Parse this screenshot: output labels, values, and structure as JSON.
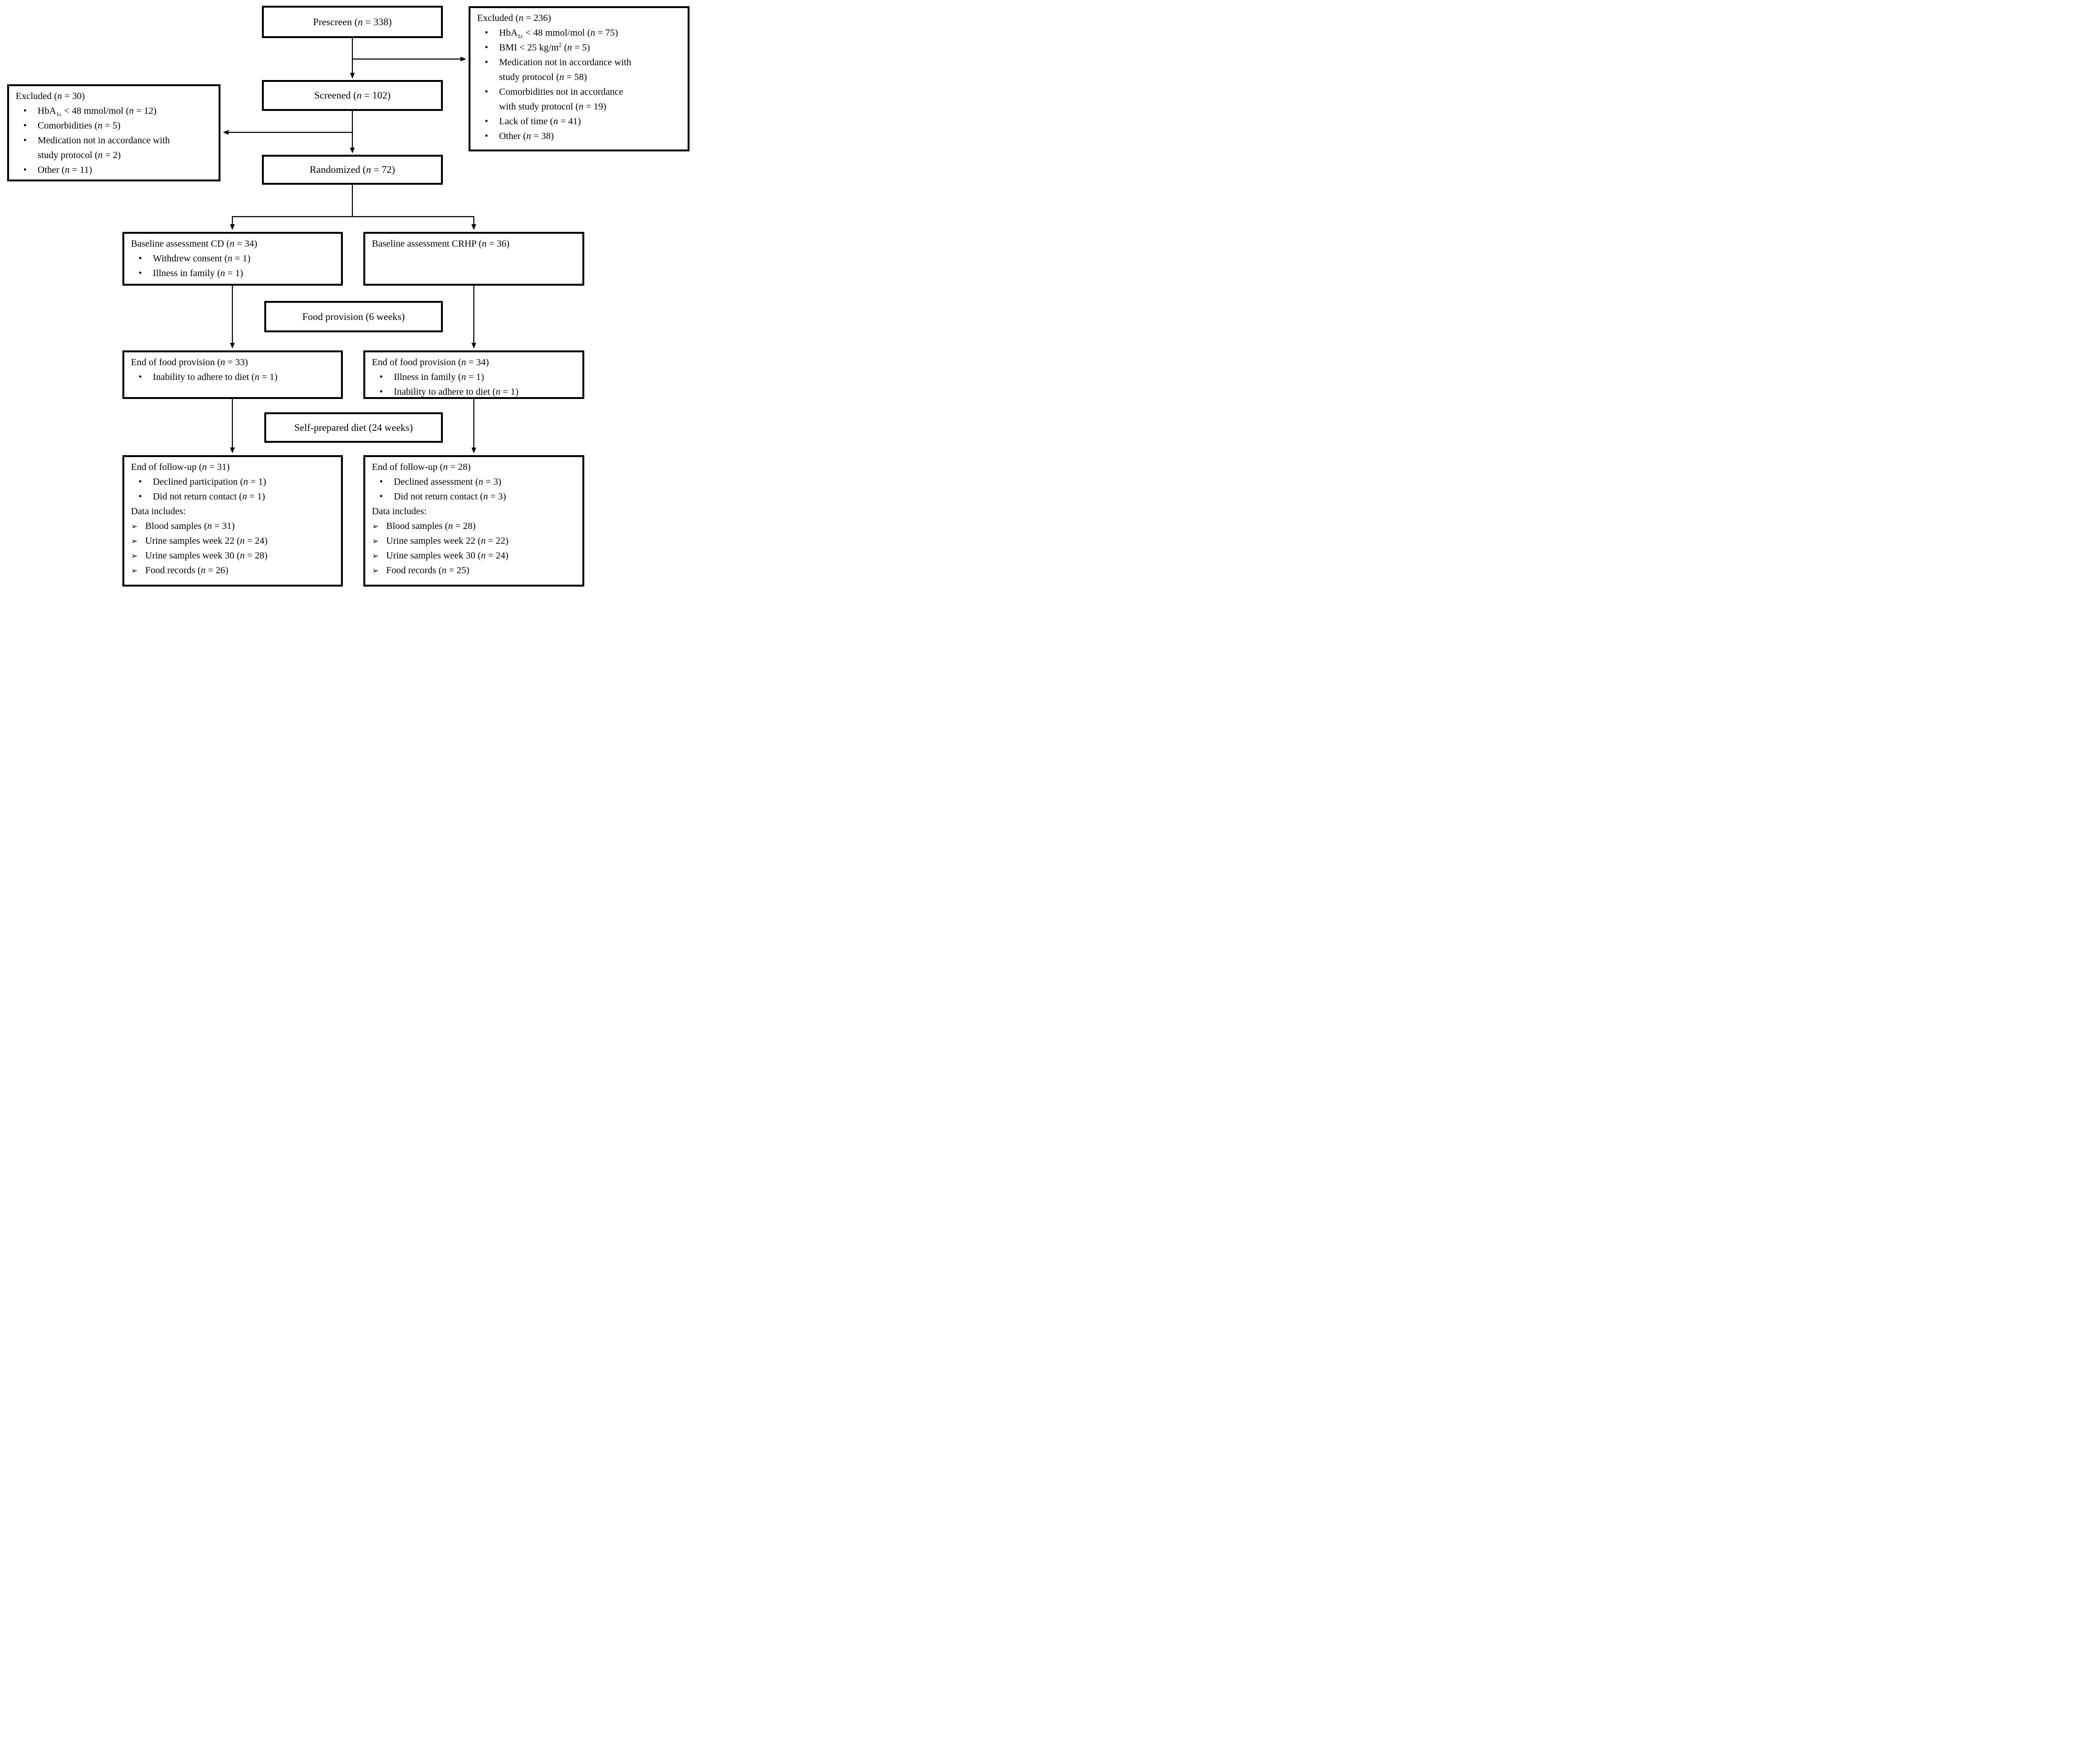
{
  "diagram": {
    "type": "flowchart",
    "colors": {
      "background": "#ffffff",
      "line": "#000000",
      "box_border": "#000000",
      "text": "#000000"
    },
    "boxes": {
      "prescreen": {
        "title": "Prescreen (n = 338)"
      },
      "excluded_prescreen": {
        "title": "Excluded (n = 236)",
        "bullets": [
          "HbA1c < 48 mmol/mol (n = 75)",
          "BMI < 25 kg/m2 (n = 5)",
          "Medication not in accordance with study protocol (n = 58)",
          "Comorbidities not in accordance with study protocol (n = 19)",
          "Lack of time (n = 41)",
          "Other (n = 38)"
        ]
      },
      "screened": {
        "title": "Screened (n = 102)"
      },
      "excluded_screening": {
        "title": "Excluded (n = 30)",
        "bullets": [
          "HbA1c < 48 mmol/mol (n = 12)",
          "Comorbidities (n = 5)",
          "Medication not in accordance with study protocol (n = 2)",
          "Other (n = 11)"
        ]
      },
      "randomized": {
        "title": "Randomized (n = 72)"
      },
      "baseline_cd": {
        "title": "Baseline assessment CD (n = 34)",
        "bullets": [
          "Withdrew consent (n = 1)",
          "Illness in family (n = 1)"
        ]
      },
      "baseline_crhp": {
        "title": "Baseline assessment CRHP (n = 36)",
        "bullets": []
      },
      "food_provision": {
        "title": "Food provision (6 weeks)"
      },
      "end_food_cd": {
        "title": "End of food provision (n = 33)",
        "bullets": [
          "Inability to adhere to diet (n = 1)"
        ]
      },
      "end_food_crhp": {
        "title": "End of food provision (n = 34)",
        "bullets": [
          "Illness in family (n = 1)",
          "Inability to adhere to diet (n = 1)"
        ]
      },
      "self_prepared": {
        "title": "Self-prepared diet (24 weeks)"
      },
      "followup_cd": {
        "title": "End of follow-up (n = 31)",
        "bullets": [
          "Declined participation (n = 1)",
          "Did not return contact (n = 1)"
        ],
        "data_label": "Data includes:",
        "data_items": [
          "Blood samples (n = 31)",
          "Urine samples week 22 (n = 24)",
          "Urine samples week 30 (n = 28)",
          "Food records (n = 26)"
        ]
      },
      "followup_crhp": {
        "title": "End of follow-up (n = 28)",
        "bullets": [
          "Declined assessment (n = 3)",
          "Did not return contact (n = 3)"
        ],
        "data_label": "Data includes:",
        "data_items": [
          "Blood samples (n = 28)",
          "Urine samples week 22 (n = 22)",
          "Urine samples week 30 (n = 24)",
          "Food records (n = 25)"
        ]
      }
    }
  }
}
